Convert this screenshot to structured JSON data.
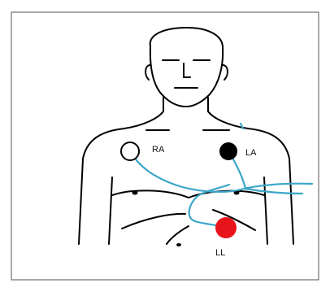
{
  "electrodes": [
    {
      "id": "ra",
      "label": "RA",
      "fill": "#ffffff",
      "stroke": "#000000"
    },
    {
      "id": "la",
      "label": "LA",
      "fill": "#000000",
      "stroke": "#000000"
    },
    {
      "id": "ll",
      "label": "LL",
      "fill": "#e8141c",
      "stroke": "#e8141c"
    }
  ],
  "colors": {
    "frame": "#555555",
    "outline": "#000000",
    "lead_wire": "#3aa6c8"
  }
}
